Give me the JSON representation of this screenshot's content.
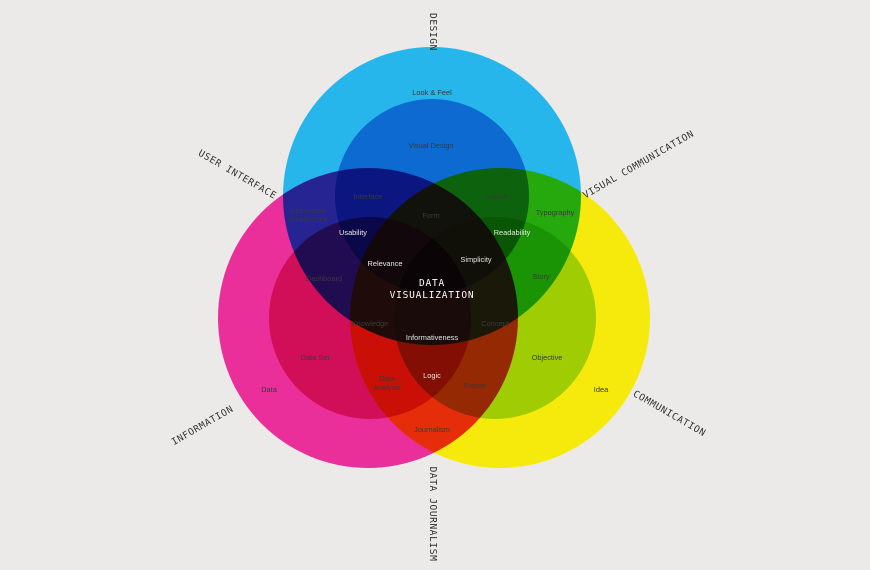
{
  "center": {
    "line1": "DATA",
    "line2": "VISUALIZATION"
  },
  "categories": {
    "design": "DESIGN",
    "visual_communication": "VISUAL COMMUNICATION",
    "user_interface": "USER INTERFACE",
    "communication": "COMMUNICATION",
    "information": "INFORMATION",
    "data_journalism": "DATA JOURNALISM"
  },
  "terms": {
    "look_feel": "Look & Feel",
    "visual_design": "Visual Design",
    "interface": "Interface",
    "layout": "Layout",
    "typography": "Typography",
    "info_arch_1": "Information",
    "info_arch_2": "Architecture",
    "usability": "Usability",
    "form": "Form",
    "readability": "Readability",
    "dashboard": "Dashboard",
    "relevance": "Relevance",
    "simplicity": "Simplicity",
    "story": "Story",
    "knowledge": "Knowledge",
    "informativeness": "Informativeness",
    "concept": "Concept",
    "objective": "Objective",
    "data_set": "Data Set",
    "data": "Data",
    "data_analysis_1": "Data",
    "data_analysis_2": "Analysis",
    "logic": "Logic",
    "report": "Report",
    "idea": "Idea",
    "journalism": "Journalism"
  },
  "colors": {
    "blue": "#1bb3ec",
    "magenta": "#ea0c8c",
    "yellow": "#f7ea00",
    "background": "#eceae8"
  }
}
